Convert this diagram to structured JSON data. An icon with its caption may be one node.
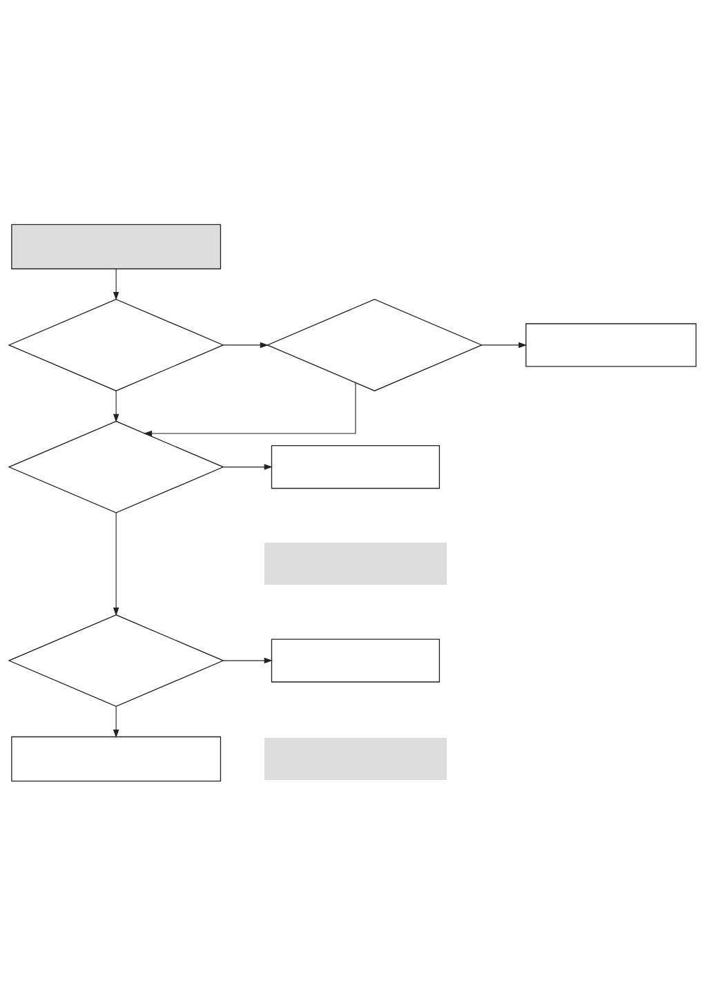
{
  "diagram": {
    "nodes": [
      {
        "text": [],
        "shape": "box"
      },
      {
        "text": [],
        "shape": "diamond"
      },
      {
        "text": [],
        "shape": "diamond"
      },
      {
        "text": [],
        "shape": "box"
      },
      {
        "text": [],
        "shape": "diamond"
      },
      {
        "text": [],
        "shape": "box"
      },
      {
        "text": [],
        "shape": "box"
      },
      {
        "text": [],
        "shape": "diamond"
      },
      {
        "text": [],
        "shape": "box"
      },
      {
        "text": [],
        "shape": "box"
      },
      {
        "text": [],
        "shape": "box"
      }
    ],
    "edges": [
      {
        "from": 0,
        "to": 1,
        "arrow": "to"
      },
      {
        "from": 1,
        "to": 2,
        "arrow": "to"
      },
      {
        "from": 2,
        "to": 3,
        "arrow": "to"
      },
      {
        "from": 1,
        "to": 4,
        "arrow": "to"
      },
      {
        "from": 2,
        "to": 4,
        "arrow": "to"
      },
      {
        "from": 4,
        "to": 5,
        "arrow": "to"
      },
      {
        "from": 4,
        "to": 7,
        "arrow": "to"
      },
      {
        "from": 7,
        "to": 8,
        "arrow": "to"
      },
      {
        "from": 7,
        "to": 10,
        "arrow": "to"
      }
    ]
  }
}
